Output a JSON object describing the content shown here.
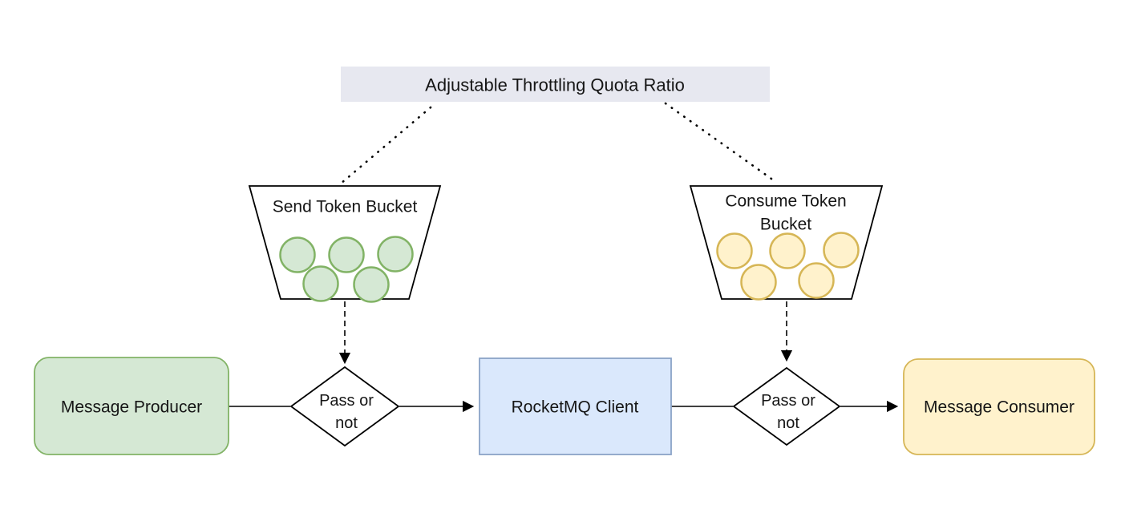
{
  "title": {
    "label": "Adjustable Throttling Quota Ratio"
  },
  "send_bucket": {
    "label": "Send Token Bucket",
    "token_count": 5
  },
  "consume_bucket": {
    "label_line1": "Consume Token",
    "label_line2": "Bucket",
    "token_count": 5
  },
  "left_decision": {
    "label_line1": "Pass or",
    "label_line2": "not"
  },
  "right_decision": {
    "label_line1": "Pass or",
    "label_line2": "not"
  },
  "producer": {
    "label": "Message Producer"
  },
  "client": {
    "label": "RocketMQ Client"
  },
  "consumer": {
    "label": "Message Consumer"
  },
  "colors": {
    "title_bg": "#e7e8f0",
    "green_fill": "#d5e8d4",
    "green_stroke": "#82b366",
    "yellow_fill": "#fff2cc",
    "yellow_stroke": "#d6b656",
    "blue_fill": "#dae8fc",
    "blue_stroke": "#8ba3c7",
    "line": "#000000"
  }
}
